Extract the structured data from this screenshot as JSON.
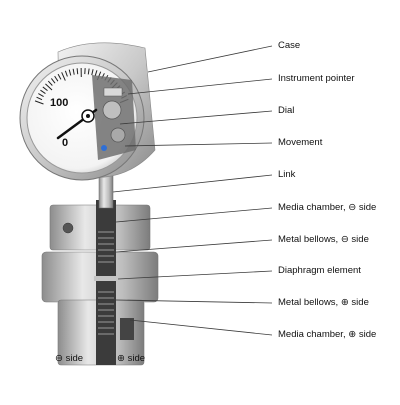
{
  "callouts": [
    {
      "label": "Case"
    },
    {
      "label": "Instrument pointer"
    },
    {
      "label": "Dial"
    },
    {
      "label": "Movement"
    },
    {
      "label": "Link"
    },
    {
      "label": "Media chamber, ⊖ side"
    },
    {
      "label": "Metal bellows, ⊖ side"
    },
    {
      "label": "Diaphragm element"
    },
    {
      "label": "Metal bellows, ⊕ side"
    },
    {
      "label": "Media chamber, ⊕ side"
    }
  ],
  "dial": {
    "scale_values": [
      "100",
      "0"
    ]
  },
  "side_labels": {
    "minus": "⊖ side",
    "plus": "⊕ side"
  },
  "colors": {
    "leader_line": "#3a3a3a",
    "metal_light": "#e6e6e6",
    "metal_mid": "#b9b9b9",
    "metal_dark": "#7a7a7a",
    "dial_face": "#ffffff",
    "pointer": "#111111"
  }
}
